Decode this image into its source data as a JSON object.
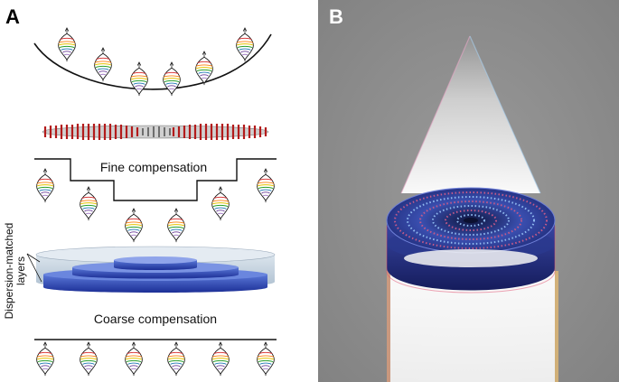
{
  "panel_a": {
    "letter": "A",
    "fine_label": "Fine compensation",
    "coarse_label": "Coarse compensation",
    "layers_label": [
      "Dispersion-matched",
      "layers"
    ]
  },
  "panel_b": {
    "letter": "B"
  },
  "colors": {
    "background_b": "#8a8a8a",
    "disk_blue": "#2a3a9a",
    "glass_gray": "#b9c8d6",
    "nanopillar_red": "#b31b1b"
  }
}
